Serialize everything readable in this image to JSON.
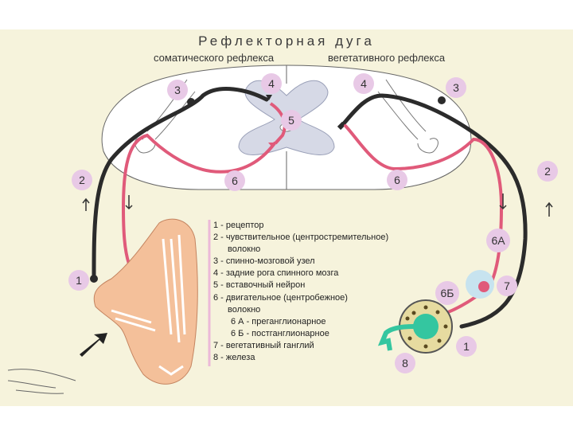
{
  "title": "Рефлекторная дуга",
  "subtitle_left": "соматического рефлекса",
  "subtitle_right": "вегетативного рефлекса",
  "badges": {
    "b3_left": "3",
    "b4_left": "4",
    "b5": "5",
    "b6_left": "6",
    "b2_left": "2",
    "b1_left": "1",
    "b4_right": "4",
    "b3_right": "3",
    "b6_right": "6",
    "b2_right": "2",
    "b6a": "6А",
    "b6b": "6Б",
    "b7": "7",
    "b1_right": "1",
    "b8": "8"
  },
  "legend": [
    "1 - рецептор",
    "2 - чувствительное (центростремительное)",
    "волокно",
    "3 - спинно-мозговой узел",
    "4 - задние рога спинного мозга",
    "5 - вставочный нейрон",
    "6 - двигательное (центробежное)",
    "волокно",
    "6 А - преганглионарное",
    "6 Б - постганглионарное",
    "7 - вегетативный ганглий",
    "8 - железа"
  ],
  "colors": {
    "background": "#f6f3dc",
    "sensory_fiber": "#2b2b2b",
    "motor_fiber": "#e05a7a",
    "badge": "#e8c9e6",
    "arm": "#f4c09a",
    "gland": "#e6dba0",
    "ganglion": "#ecb9d8"
  }
}
